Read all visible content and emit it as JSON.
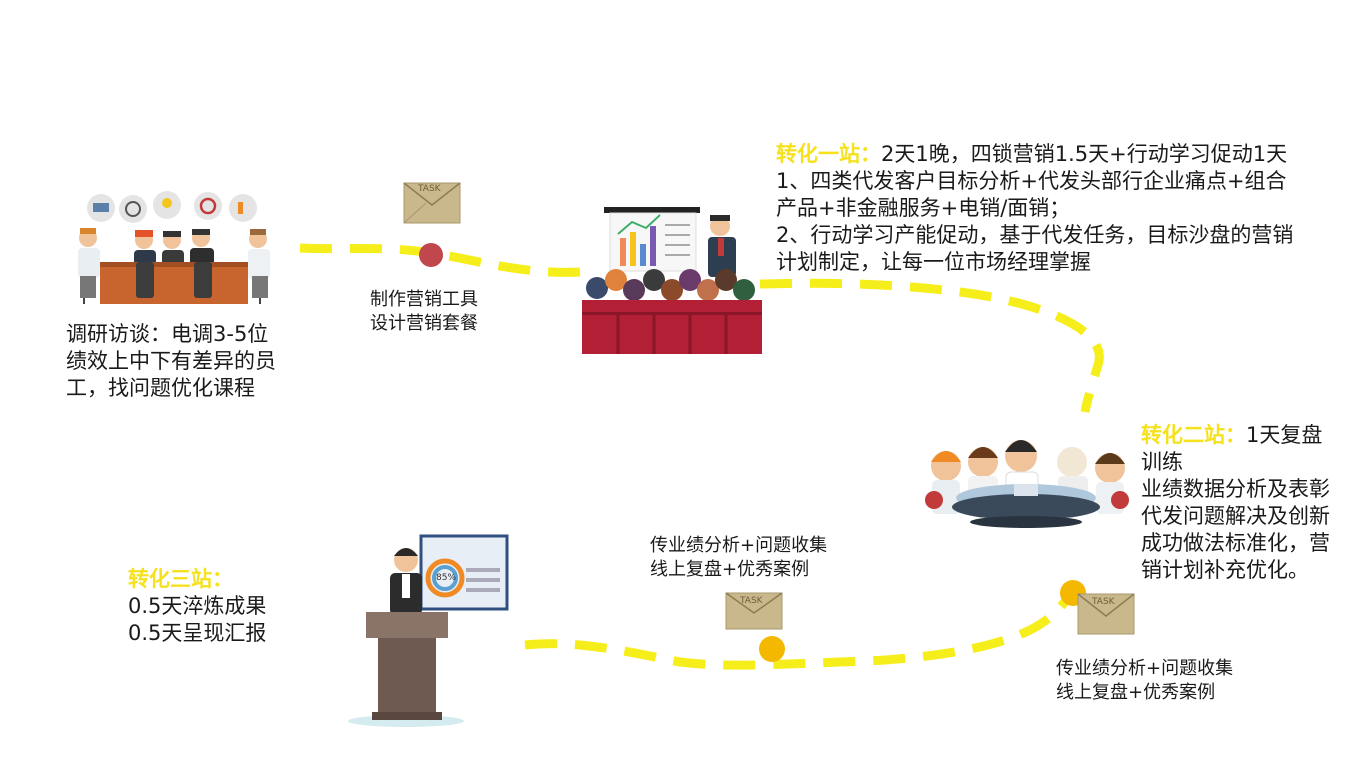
{
  "colors": {
    "path": "#f6ee1a",
    "highlight": "#f5e11e",
    "dot_red": "#c0474b",
    "dot_orange": "#f5b800",
    "envelope": "#c9b88c",
    "seat_red": "#b32035"
  },
  "icons": [
    "meeting-team-illustration",
    "task-envelope-icon",
    "classroom-lecture-illustration",
    "roundtable-team-illustration",
    "speaker-podium-illustration"
  ],
  "envelope_label": "TASK",
  "chart_percent_label": "85%",
  "station0": {
    "lines": [
      "调研访谈：电调3-5位",
      "绩效上中下有差异的员",
      "工，找问题优化课程"
    ]
  },
  "tools": {
    "lines": [
      "制作营销工具",
      "设计营销套餐"
    ]
  },
  "station1": {
    "title": "转化一站：",
    "title_rest": "2天1晚，四锁营销1.5天+行动学习促动1天",
    "lines": [
      "1、四类代发客户目标分析+代发头部行企业痛点+组合",
      "产品+非金融服务+电销/面销；",
      "2、行动学习产能促动，基于代发任务，目标沙盘的营销",
      "计划制定，让每一位市场经理掌握"
    ]
  },
  "station2": {
    "title": "转化二站：",
    "title_rest": "1天复盘",
    "lines": [
      "训练",
      "业绩数据分析及表彰",
      "代发问题解决及创新",
      "成功做法标准化，营",
      "销计划补充优化。"
    ]
  },
  "review_right": {
    "lines": [
      "传业绩分析+问题收集",
      "线上复盘+优秀案例"
    ]
  },
  "review_mid": {
    "lines": [
      "传业绩分析+问题收集",
      "线上复盘+优秀案例"
    ]
  },
  "station3": {
    "title": "转化三站：",
    "lines": [
      "0.5天淬炼成果",
      "0.5天呈现汇报"
    ]
  }
}
